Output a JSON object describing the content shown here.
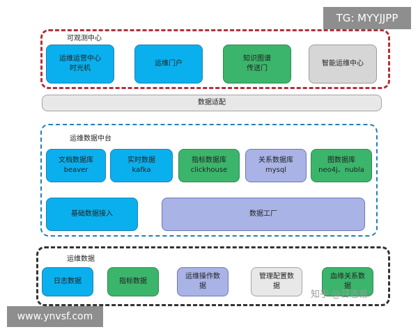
{
  "watermarks": {
    "top_right": "TG: MYYJJPP",
    "bottom_left": "www.ynvsf.com",
    "zhihu": "知乎 @日志易"
  },
  "layers": {
    "observability": {
      "title": "可观测中心",
      "boxes": [
        {
          "line1": "运维运营中心",
          "line2": "时光机"
        },
        {
          "line1": "运维门户",
          "line2": ""
        },
        {
          "line1": "知识图谱",
          "line2": "传送门"
        },
        {
          "line1": "智能运维中心",
          "line2": ""
        }
      ]
    },
    "adapter": {
      "label": "数据适配"
    },
    "data_platform": {
      "title": "运维数据中台",
      "row1": [
        {
          "line1": "文档数据库",
          "line2": "beaver"
        },
        {
          "line1": "实时数据",
          "line2": "kafka"
        },
        {
          "line1": "指标数据库",
          "line2": "clickhouse"
        },
        {
          "line1": "关系数据库",
          "line2": "mysql"
        },
        {
          "line1": "图数据库",
          "line2": "neo4j、nubla"
        }
      ],
      "ingest": "基础数据接入",
      "factory": "数据工厂"
    },
    "ops_data": {
      "title": "运维数据",
      "boxes": [
        {
          "line1": "日志数据",
          "line2": ""
        },
        {
          "line1": "指标数据",
          "line2": ""
        },
        {
          "line1": "运维操作数",
          "line2": "据"
        },
        {
          "line1": "管理配置数",
          "line2": "据"
        },
        {
          "line1": "血缘关系数",
          "line2": "据"
        }
      ]
    }
  },
  "colors": {
    "blue": "#0ab0ee",
    "green": "#3bb56b",
    "gray": "#d6d6d6",
    "lavender": "#a9b3e6",
    "red_frame": "#b3303b",
    "blue_frame": "#1f7fb8",
    "black_frame": "#333333"
  }
}
